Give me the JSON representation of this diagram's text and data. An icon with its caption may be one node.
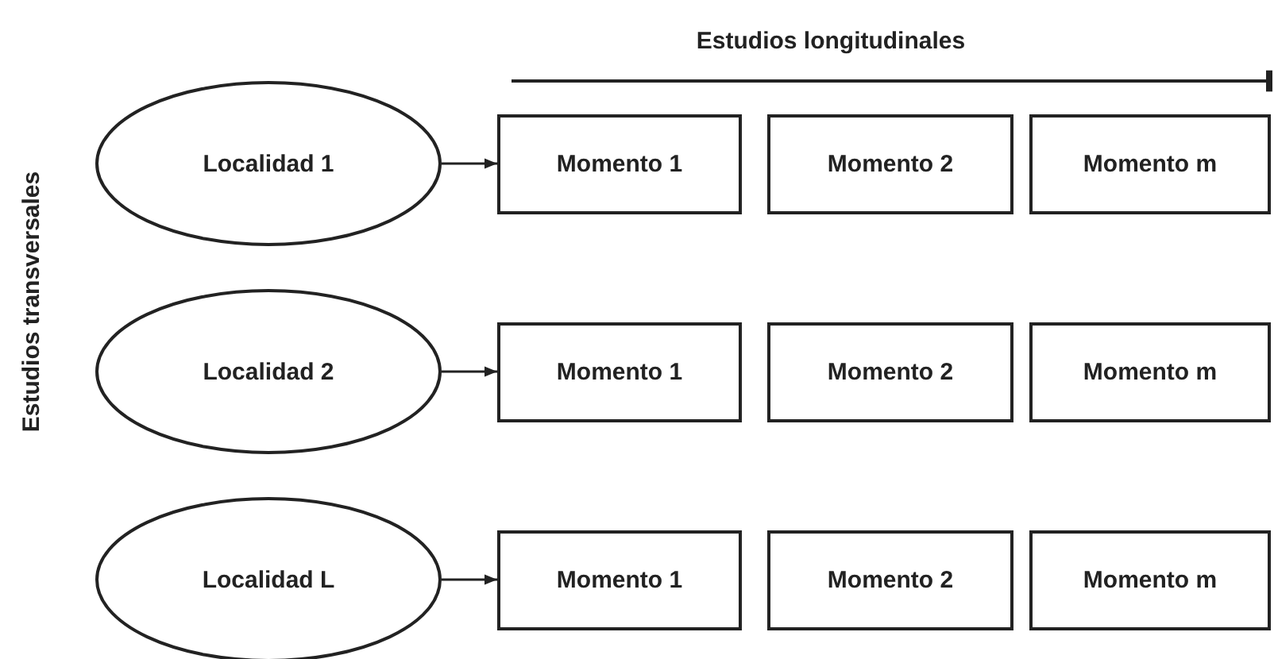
{
  "diagram": {
    "nodes": [
      {
        "text": [
          "Localidad 1"
        ]
      },
      {
        "text": [
          "Momento 1"
        ]
      },
      {
        "text": [
          "Momento 2"
        ]
      },
      {
        "text": [
          "Momento m"
        ]
      },
      {
        "text": [
          "Localidad 2"
        ]
      },
      {
        "text": [
          "Momento 1"
        ]
      },
      {
        "text": [
          "Momento 2"
        ]
      },
      {
        "text": [
          "Momento m"
        ]
      },
      {
        "text": [
          "Localidad L"
        ]
      },
      {
        "text": [
          "Momento 1"
        ]
      },
      {
        "text": [
          "Momento 2"
        ]
      },
      {
        "text": [
          "Momento m"
        ]
      }
    ],
    "edges": [
      {
        "from": 0,
        "to": 1,
        "arrow": "to"
      },
      {
        "from": 4,
        "to": 5,
        "arrow": "to"
      },
      {
        "from": 8,
        "to": 9,
        "arrow": "to"
      }
    ],
    "labels": [
      "Estudios longitudinales",
      "Estudios transversales"
    ]
  }
}
